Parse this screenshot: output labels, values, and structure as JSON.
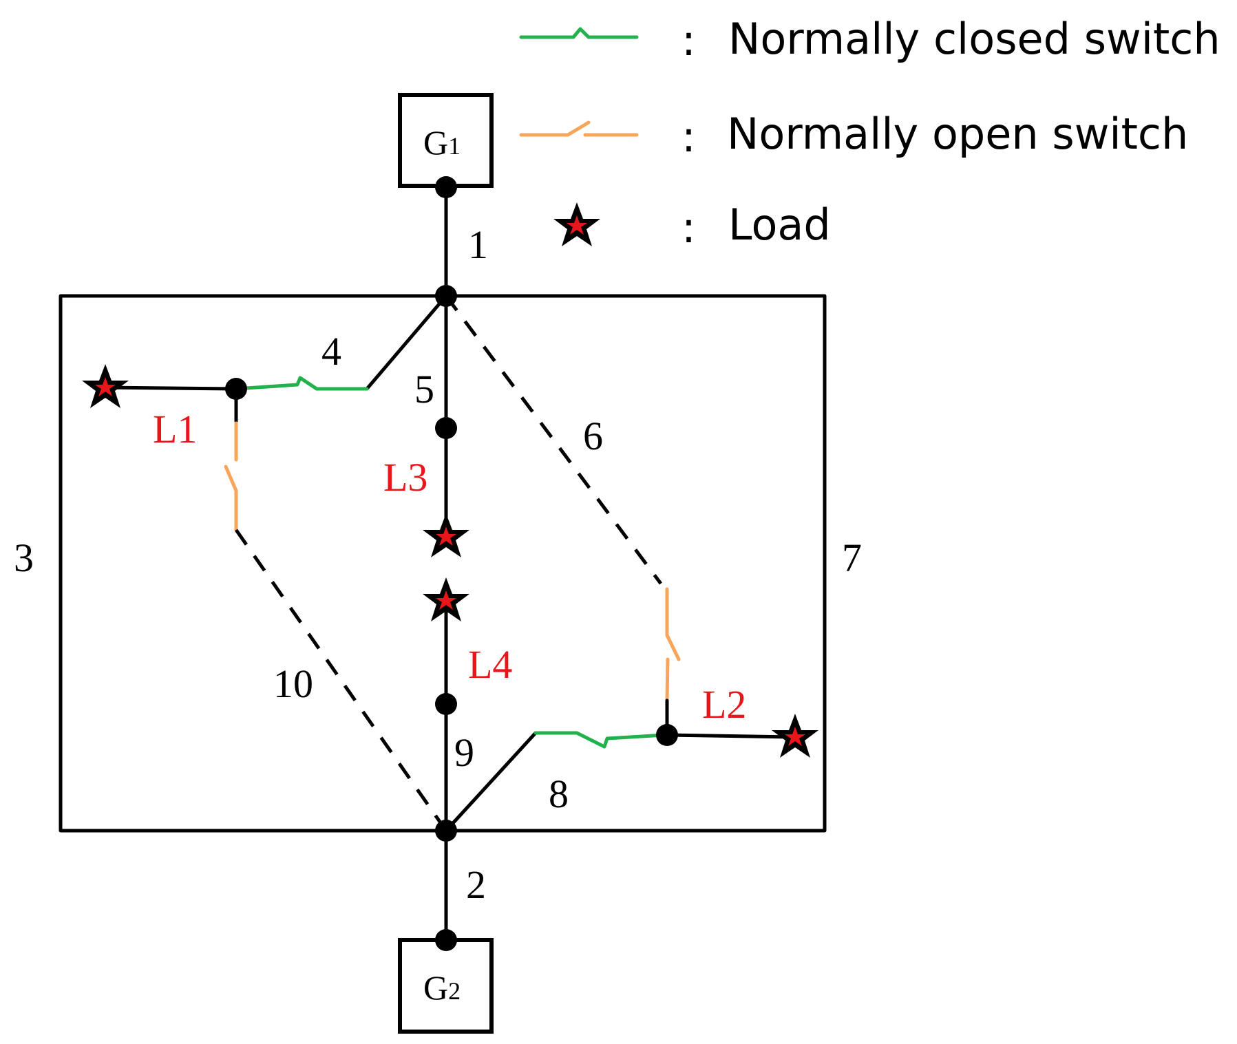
{
  "legend": {
    "colon": ":",
    "normally_closed": "Normally closed switch",
    "normally_open": "Normally open switch",
    "load": "Load"
  },
  "generators": {
    "g1": {
      "main": "G",
      "sub": "1"
    },
    "g2": {
      "main": "G",
      "sub": "2"
    }
  },
  "branches": {
    "b1": "1",
    "b2": "2",
    "b3": "3",
    "b4": "4",
    "b5": "5",
    "b6": "6",
    "b7": "7",
    "b8": "8",
    "b9": "9",
    "b10": "10"
  },
  "loads": {
    "l1": "L1",
    "l2": "L2",
    "l3": "L3",
    "l4": "L4"
  },
  "colors": {
    "wire": "#000000",
    "closed_switch": "#22b14c",
    "open_switch": "#f7a55a",
    "load": "#e8161b"
  }
}
